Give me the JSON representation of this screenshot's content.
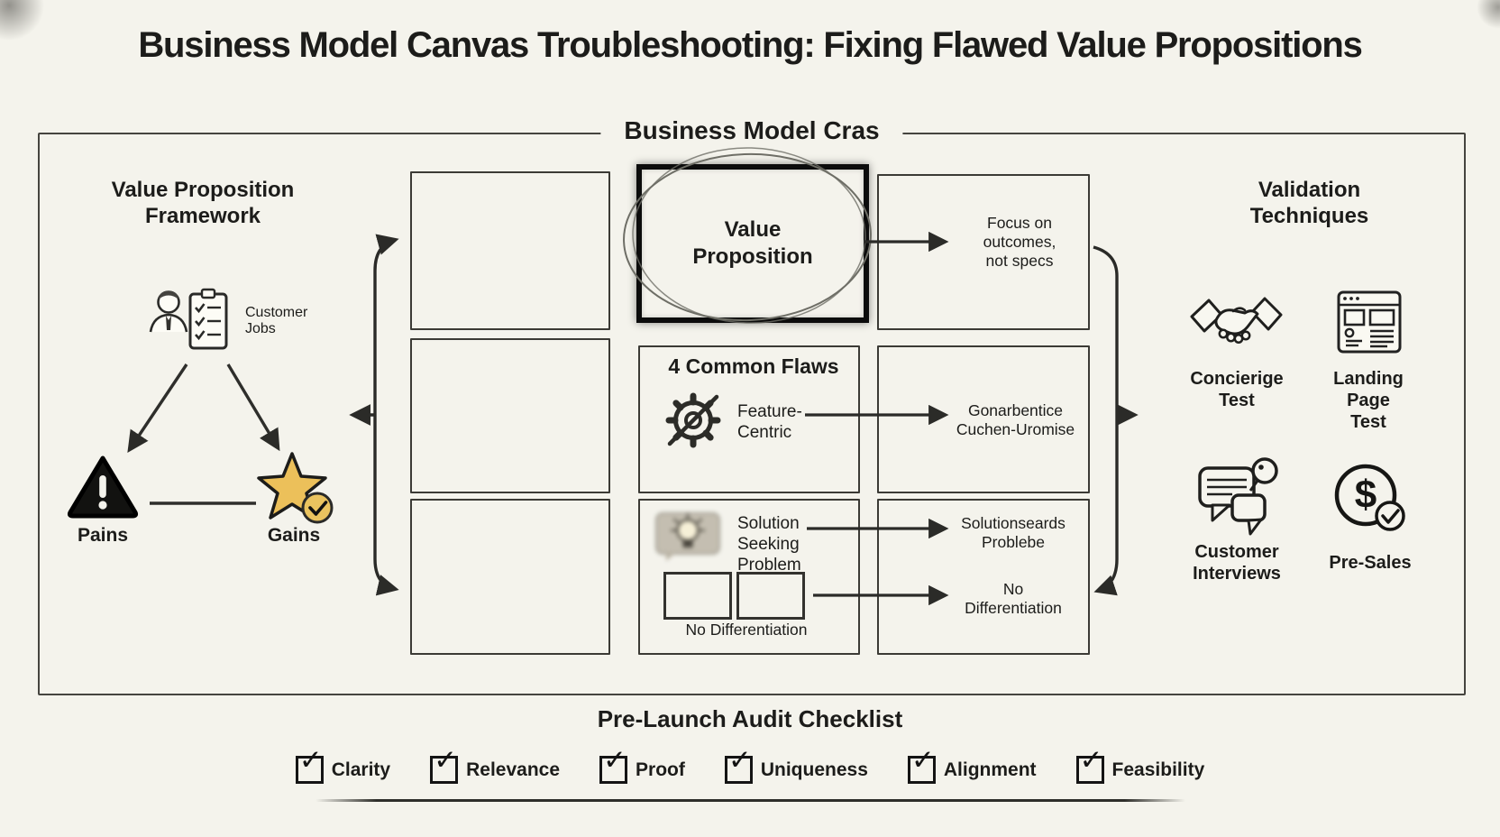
{
  "title": "Business Model Canvas Troubleshooting: Fixing Flawed Value Propositions",
  "canvas_frame": {
    "label": "Business Model Cras"
  },
  "framework": {
    "heading": "Value Proposition\nFramework",
    "customer_jobs_label": "Customer\nJobs",
    "pains_label": "Pains",
    "gains_label": "Gains"
  },
  "canvas": {
    "value_proposition": "Value\nProposition",
    "flaws_heading": "4 Common Flaws",
    "flaws": {
      "feature_centric": "Feature-\nCentric",
      "solution_seeking": "Solution\nSeeking Problem",
      "no_differentiation": "No Differentiation"
    },
    "fixes": {
      "focus_outcomes": "Focus on\noutcomes,\nnot specs",
      "generic_promise": "Gonarbentice\nCuchen-Uromise",
      "solutions_problems": "Solutionseards\nProblebe",
      "no_differentiation": "No\nDifferentiation"
    }
  },
  "validation": {
    "heading": "Validation\nTechniques",
    "dollar_glyph": "$",
    "techniques": [
      {
        "name": "concierge-test",
        "icon": "handshake-icon",
        "label": "Concierige\nTest"
      },
      {
        "name": "landing-page-test",
        "icon": "browser-window-icon",
        "label": "Landing Page\nTest"
      },
      {
        "name": "customer-interviews",
        "icon": "speech-bubbles-icon",
        "label": "Customer\nInterviews"
      },
      {
        "name": "pre-sales",
        "icon": "dollar-check-icon",
        "label": "Pre-Sales"
      }
    ]
  },
  "checklist": {
    "heading": "Pre-Launch Audit Checklist",
    "check_glyph": "✓",
    "items": [
      "Clarity",
      "Relevance",
      "Proof",
      "Uniqueness",
      "Alignment",
      "Feasibility"
    ]
  },
  "colors": {
    "background": "#f4f3ec",
    "ink": "#1c1c1a",
    "gold": "#e9c05c"
  }
}
